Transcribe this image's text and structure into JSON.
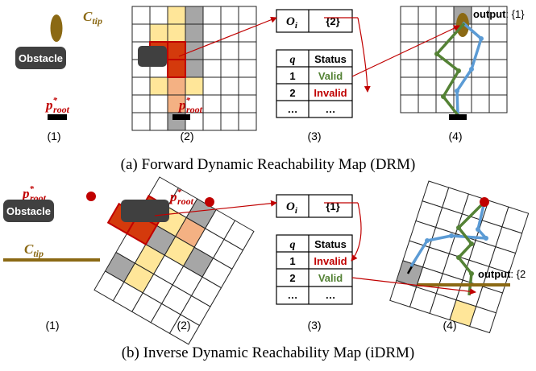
{
  "row_a": {
    "labels": {
      "c_tip": "C",
      "c_tip_sub": "tip",
      "obstacle": "Obstacle",
      "p_root": "p",
      "p_root_sup": "*",
      "p_root_sub": "root"
    },
    "table_oi": {
      "key": "O",
      "key_sub": "i",
      "value": "{2}"
    },
    "status_table": {
      "headers": [
        "q",
        "Status"
      ],
      "rows": [
        {
          "q": "1",
          "status": "Valid"
        },
        {
          "q": "2",
          "status": "Invalid"
        },
        {
          "q": "…",
          "status": "…"
        }
      ]
    },
    "output": {
      "prefix": "output",
      "value": ": {1}"
    },
    "panel_labels": [
      "(1)",
      "(2)",
      "(3)",
      "(4)"
    ],
    "caption": "(a) Forward Dynamic Reachability Map (DRM)"
  },
  "row_b": {
    "labels": {
      "c_tip": "C",
      "c_tip_sub": "tip",
      "obstacle": "Obstacle",
      "p_root": "p",
      "p_root_sup": "*",
      "p_root_sub": "root"
    },
    "table_oi": {
      "key": "O",
      "key_sub": "i",
      "value": "{1}"
    },
    "status_table": {
      "headers": [
        "q",
        "Status"
      ],
      "rows": [
        {
          "q": "1",
          "status": "Invalid"
        },
        {
          "q": "2",
          "status": "Valid"
        },
        {
          "q": "…",
          "status": "…"
        }
      ]
    },
    "output": {
      "prefix": "output",
      "value": ": {2"
    },
    "panel_labels": [
      "(1)",
      "(2)",
      "(3)",
      "(4)"
    ],
    "caption": "(b) Inverse Dynamic Reachability Map (iDRM)"
  },
  "colors": {
    "c_tip": "#8b6914",
    "p_root_text": "#c00000",
    "obstacle": "#404040",
    "red_cell": "#d43a0c",
    "orange_cell": "#f4b183",
    "yellow_cell": "#ffe699",
    "gray_cell": "#a6a6a6",
    "valid": "#548235",
    "invalid": "#c00000",
    "blue_arm": "#5b9bd5",
    "green_arm": "#548235"
  }
}
